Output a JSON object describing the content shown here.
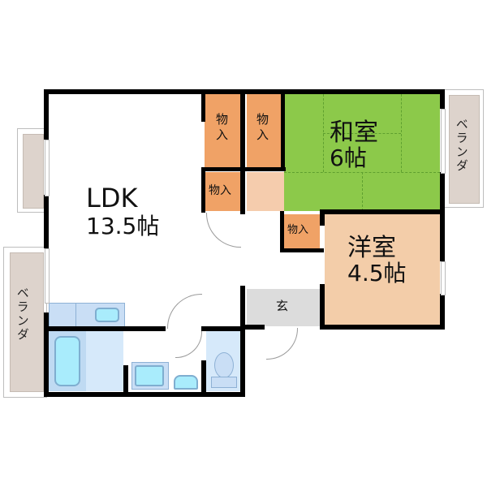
{
  "floorplan": {
    "rooms": {
      "ldk": {
        "name": "LDK",
        "size": "13.5帖"
      },
      "washitsu": {
        "name": "和室",
        "size": "6帖"
      },
      "youshitsu": {
        "name": "洋室",
        "size": "4.5帖"
      },
      "genkan": {
        "name": "玄"
      }
    },
    "storage": [
      {
        "label_top": "物",
        "label_bottom": "入"
      },
      {
        "label_top": "物",
        "label_bottom": "入"
      },
      {
        "label": "物入"
      },
      {
        "label": "物入"
      }
    ],
    "verandas": [
      {
        "label": "ベランダ",
        "position": "right"
      },
      {
        "label": "ベランダ",
        "position": "left"
      }
    ],
    "colors": {
      "wall": "#000000",
      "storage": "#f0a266",
      "tatami": "#8cc94a",
      "western_room": "#f3cda9",
      "genkan": "#dcdcdc",
      "veranda": "#ddd3cc",
      "bathroom": "#d6e9fa",
      "fixture": "#a9ecfc"
    }
  }
}
